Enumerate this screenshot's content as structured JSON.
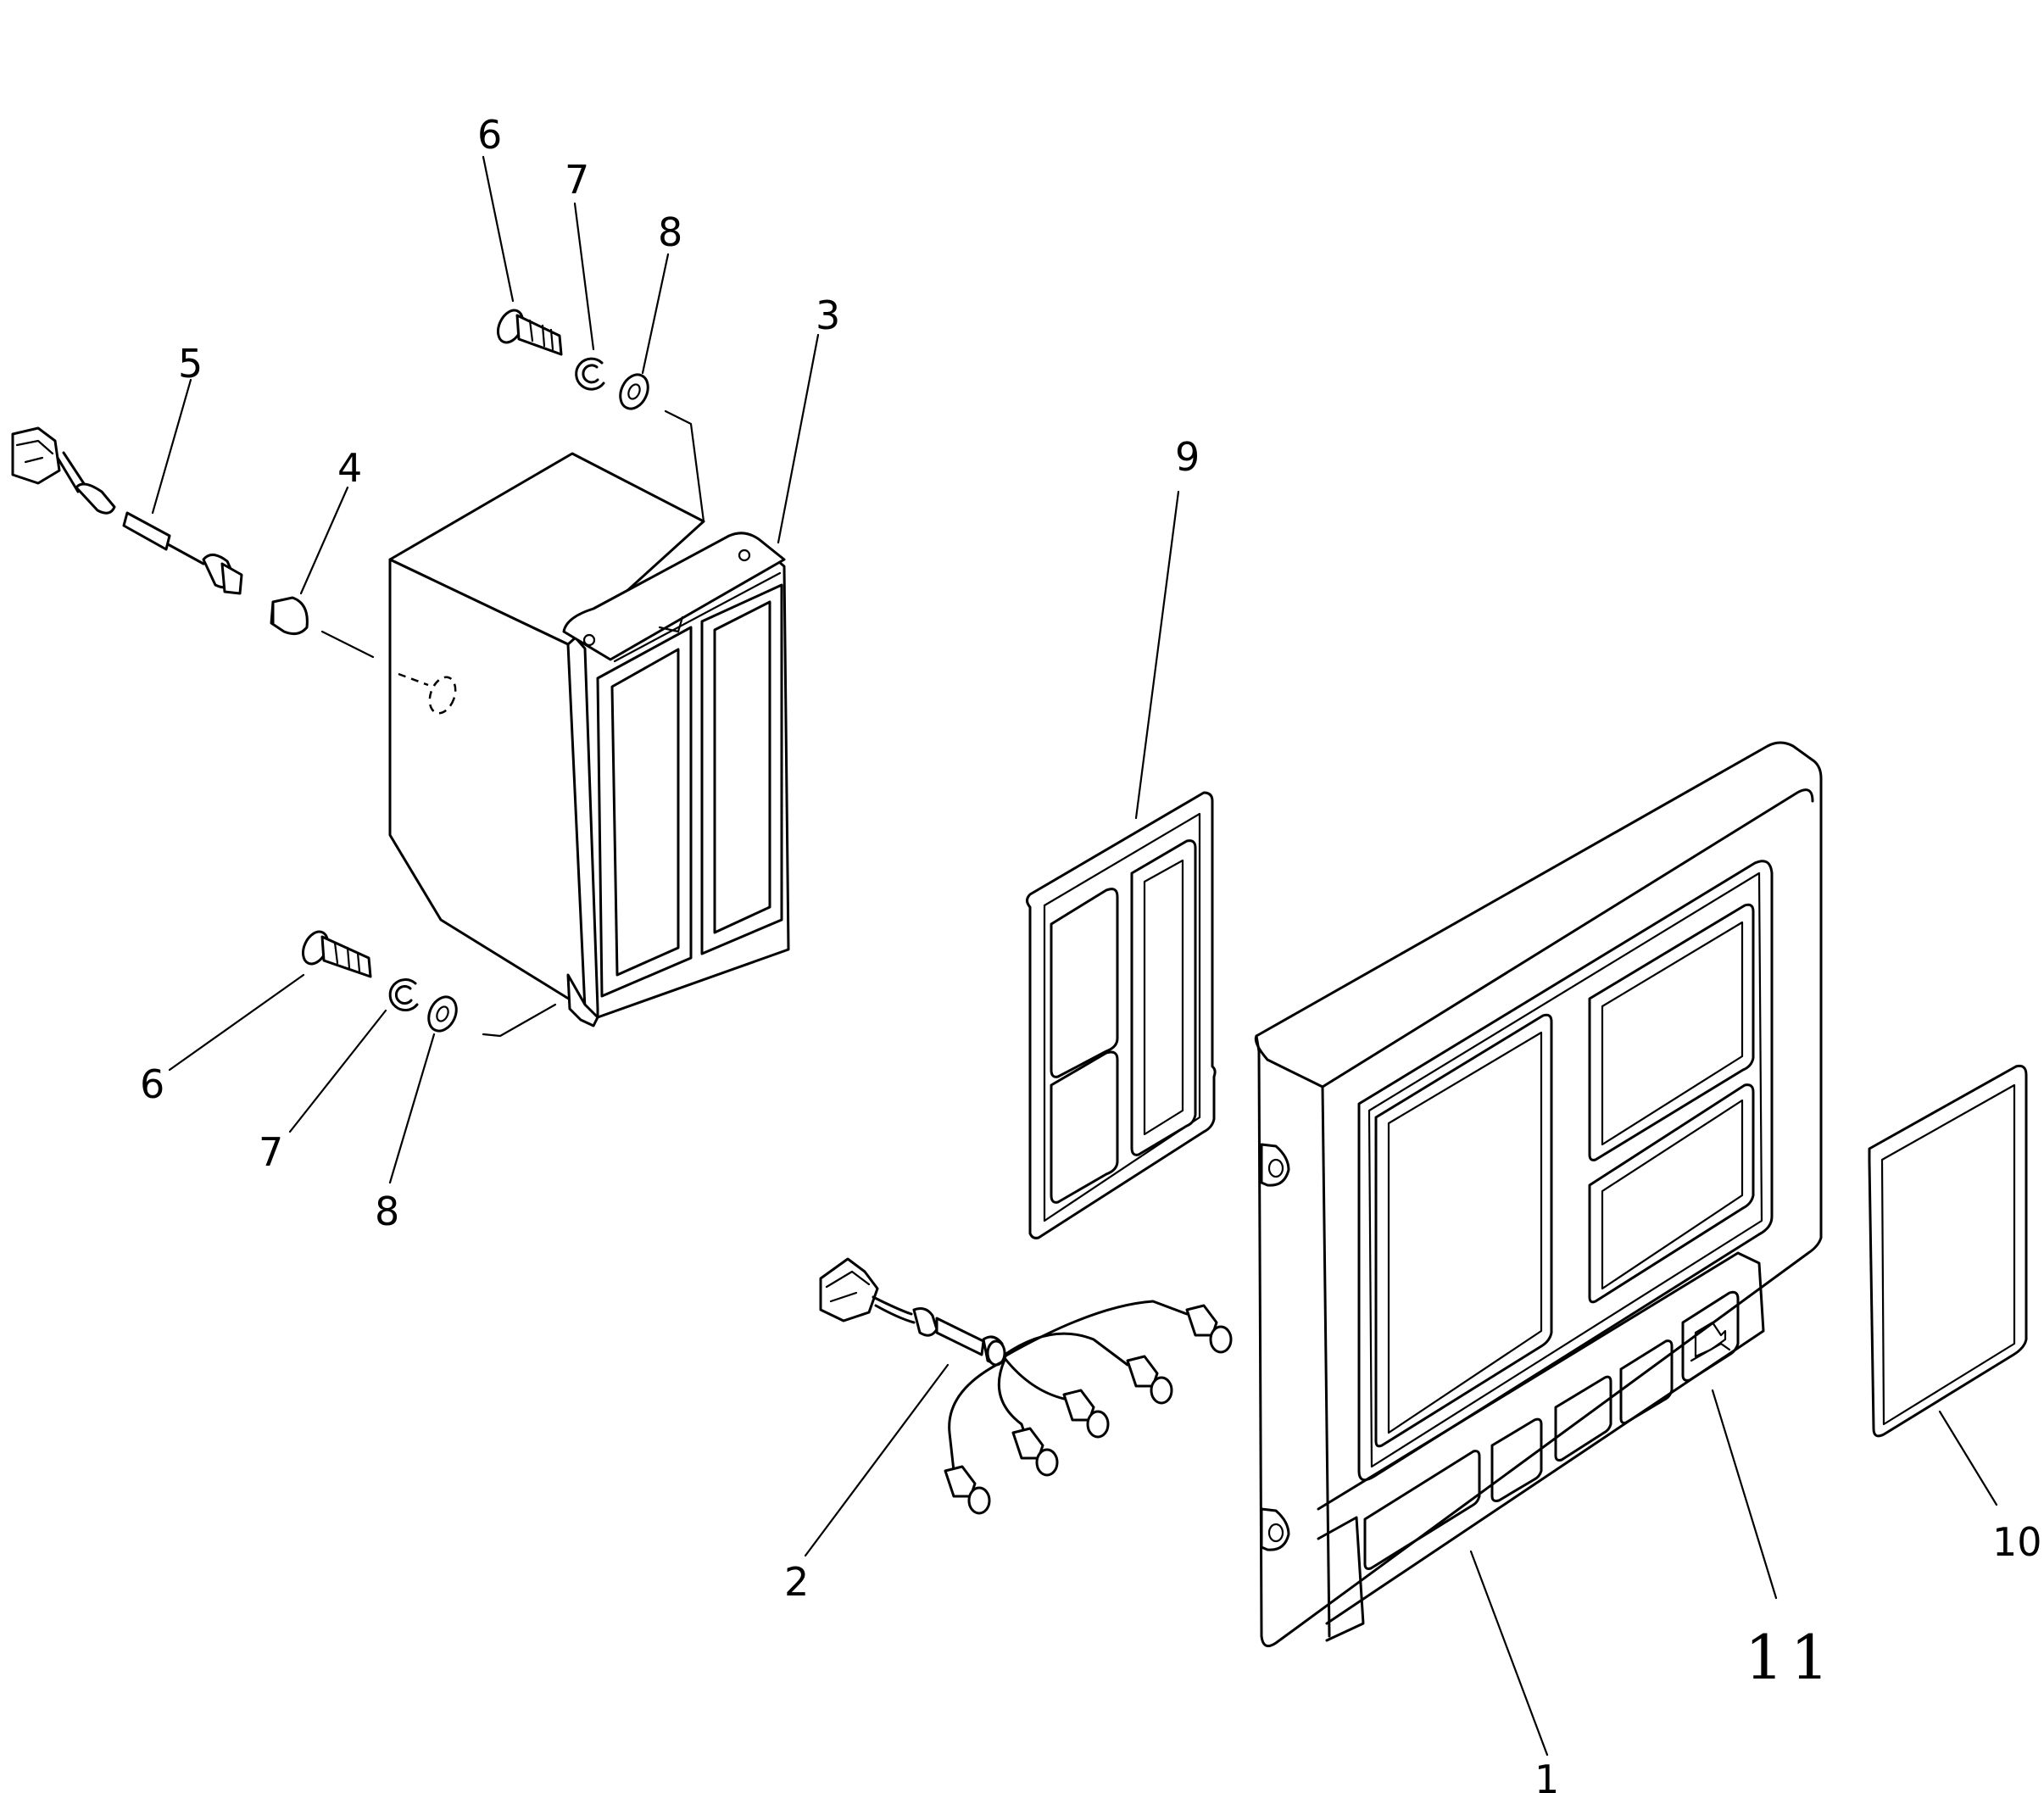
{
  "callouts": {
    "c1": "1",
    "c2": "2",
    "c3": "3",
    "c4": "4",
    "c5": "5",
    "c6_top": "6",
    "c6_bottom": "6",
    "c7_top": "7",
    "c7_bottom": "7",
    "c8_top": "8",
    "c8_bottom": "8",
    "c9": "9",
    "c10": "10",
    "c11": "11"
  }
}
